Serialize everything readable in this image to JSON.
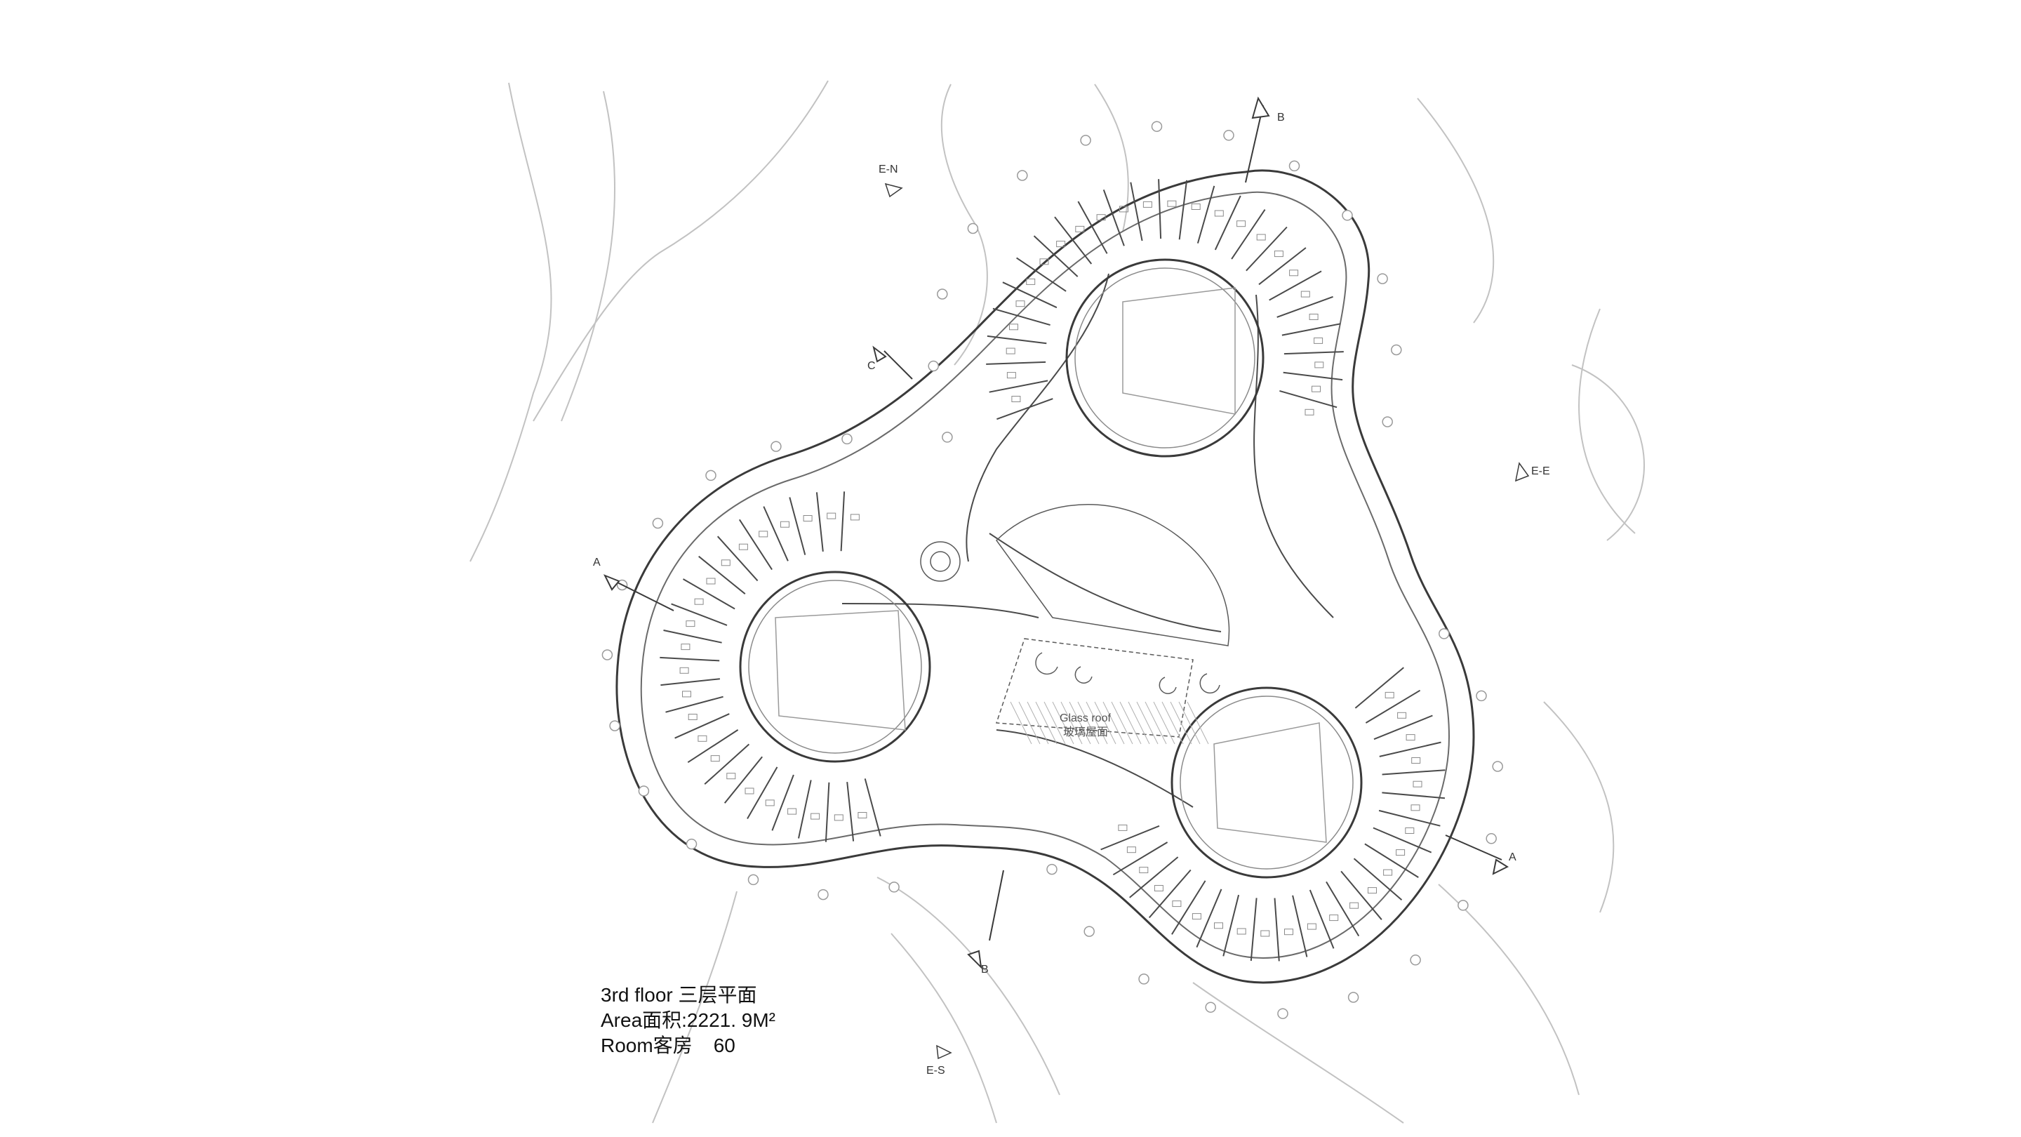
{
  "drawing": {
    "caption": {
      "floor": "3rd floor 三层平面",
      "area": "Area面积:2221. 9M²",
      "rooms_label": "Room客房",
      "rooms_count": "60"
    },
    "section_markers": {
      "b_top": "B",
      "b_bottom": "B",
      "a_left": "A",
      "a_right": "A",
      "c": "C"
    },
    "elevation_markers": {
      "north": "E-N",
      "east": "E-E",
      "south": "E-S"
    },
    "area_labels": {
      "glass_roof_en": "Glass roof",
      "glass_roof_cn": "玻璃屋面"
    },
    "line_color": "#3a3a3a",
    "light_line_color": "#b5b5b5"
  }
}
